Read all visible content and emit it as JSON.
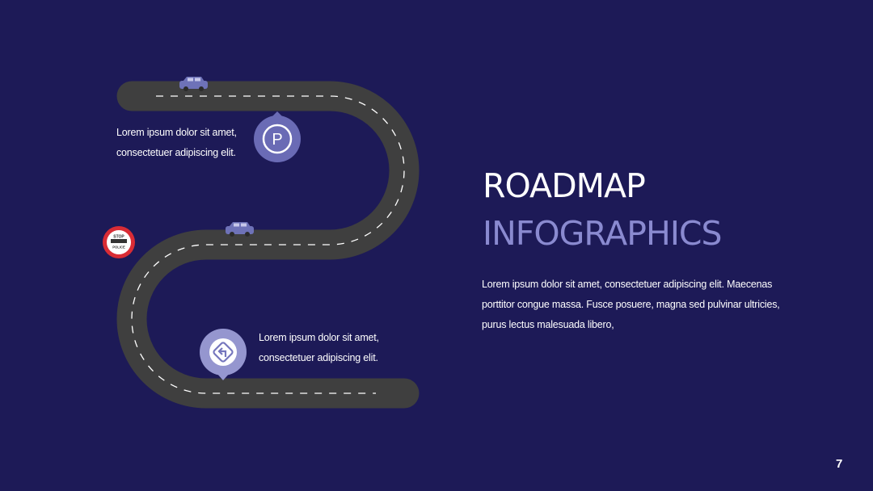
{
  "slide": {
    "title": "ROADMAP",
    "subtitle": "INFOGRAPHICS",
    "body": "Lorem ipsum dolor sit amet, consectetuer adipiscing elit. Maecenas porttitor congue massa. Fusce posuere, magna sed pulvinar ultricies, purus lectus malesuada libero,",
    "page_number": "7"
  },
  "callouts": [
    {
      "line1": "Lorem ipsum dolor sit amet,",
      "line2": "consectetuer adipiscing elit.",
      "icon": "parking-icon"
    },
    {
      "line1": "Lorem ipsum dolor sit amet,",
      "line2": "consectetuer adipiscing elit.",
      "icon": "turn-sign-icon"
    }
  ],
  "stop_sign": {
    "top": "STOP",
    "bottom": "POLICE"
  },
  "colors": {
    "background": "#1d1a57",
    "road": "#3f3f3f",
    "dash": "#ffffff",
    "accent": "#8a8ad0",
    "marker_outer": "#6a6bb5",
    "marker_inner": "#c7c8ea",
    "stop_red": "#d92c35",
    "car": "#6e72b8"
  }
}
